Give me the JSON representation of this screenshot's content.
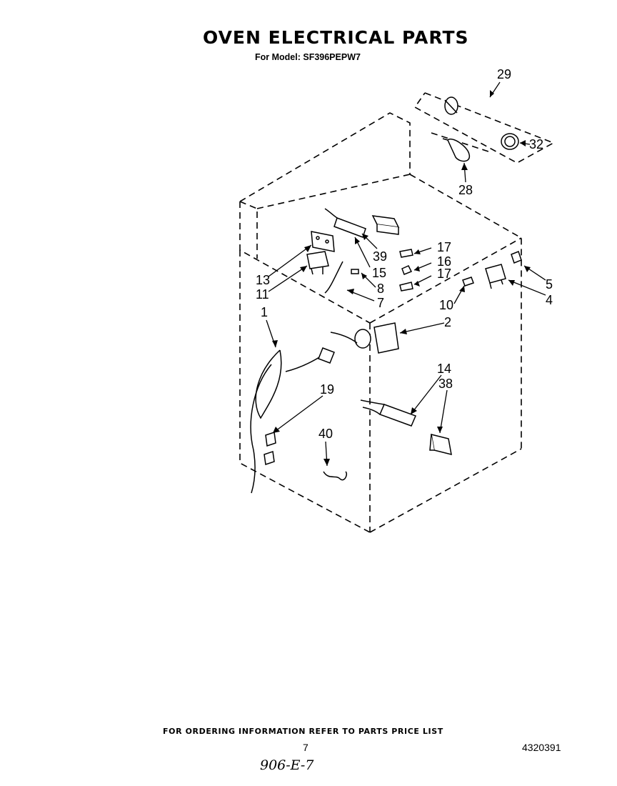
{
  "header": {
    "title": "OVEN ELECTRICAL PARTS",
    "subtitle": "For Model: SF396PEPW7"
  },
  "callouts": [
    {
      "id": "29",
      "label": "29"
    },
    {
      "id": "32",
      "label": "32"
    },
    {
      "id": "28",
      "label": "28"
    },
    {
      "id": "39",
      "label": "39"
    },
    {
      "id": "15",
      "label": "15"
    },
    {
      "id": "13",
      "label": "13"
    },
    {
      "id": "11",
      "label": "11"
    },
    {
      "id": "8",
      "label": "8"
    },
    {
      "id": "7",
      "label": "7"
    },
    {
      "id": "17a",
      "label": "17"
    },
    {
      "id": "16",
      "label": "16"
    },
    {
      "id": "17b",
      "label": "17"
    },
    {
      "id": "5",
      "label": "5"
    },
    {
      "id": "4",
      "label": "4"
    },
    {
      "id": "10",
      "label": "10"
    },
    {
      "id": "2",
      "label": "2"
    },
    {
      "id": "1",
      "label": "1"
    },
    {
      "id": "14",
      "label": "14"
    },
    {
      "id": "38",
      "label": "38"
    },
    {
      "id": "19",
      "label": "19"
    },
    {
      "id": "40",
      "label": "40"
    }
  ],
  "footer": {
    "ordering_note": "FOR ORDERING INFORMATION REFER TO PARTS PRICE LIST",
    "page_number": "7",
    "document_number": "4320391",
    "handwritten_code": "906-E-7"
  }
}
